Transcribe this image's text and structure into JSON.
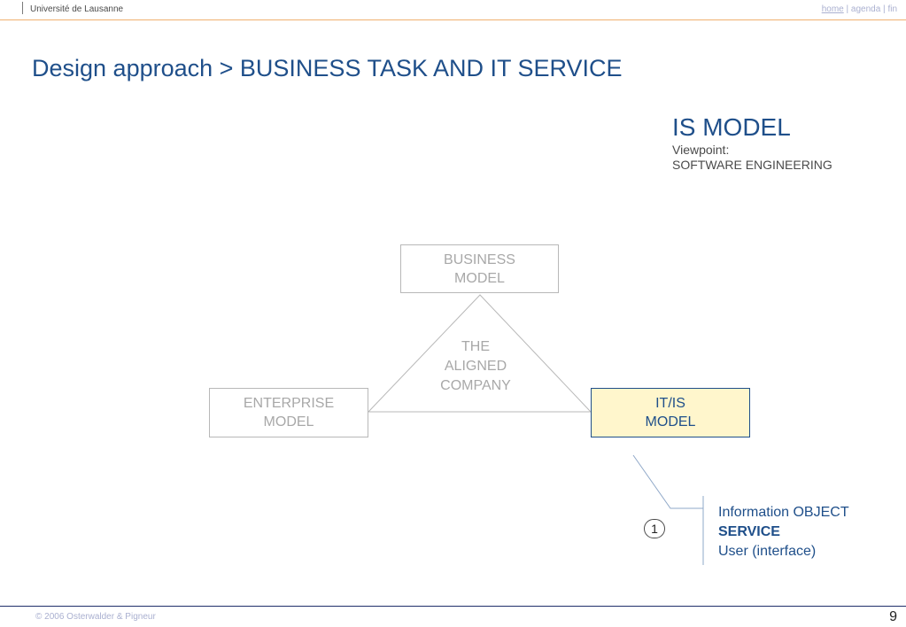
{
  "header": {
    "university": "Université de Lausanne",
    "nav_home": "home",
    "nav_sep1": "|",
    "nav_agenda": "agenda",
    "nav_sep2": "|",
    "nav_fin": "fin"
  },
  "title": "Design approach > BUSINESS TASK AND IT SERVICE",
  "is_model": {
    "heading": "IS MODEL",
    "viewpoint_label": "Viewpoint:",
    "viewpoint_value": "SOFTWARE ENGINEERING"
  },
  "diagram": {
    "business_model": [
      "BUSINESS",
      "MODEL"
    ],
    "enterprise_model": [
      "ENTERPRISE",
      "MODEL"
    ],
    "itis_model": [
      "IT/IS",
      "MODEL"
    ],
    "center": [
      "THE",
      "ALIGNED",
      "COMPANY"
    ]
  },
  "callout": {
    "badge": "1",
    "line1": "Information OBJECT",
    "line2": "SERVICE",
    "line3": "User (interface)"
  },
  "colors": {
    "accent_blue": "#1f4f8a",
    "highlight_fill": "#fff6cc",
    "muted_grey": "#a8a8a8",
    "top_rule": "#f0b070"
  },
  "footer": {
    "copyright": "© 2006  Osterwalder & Pigneur",
    "page_number": "9"
  }
}
